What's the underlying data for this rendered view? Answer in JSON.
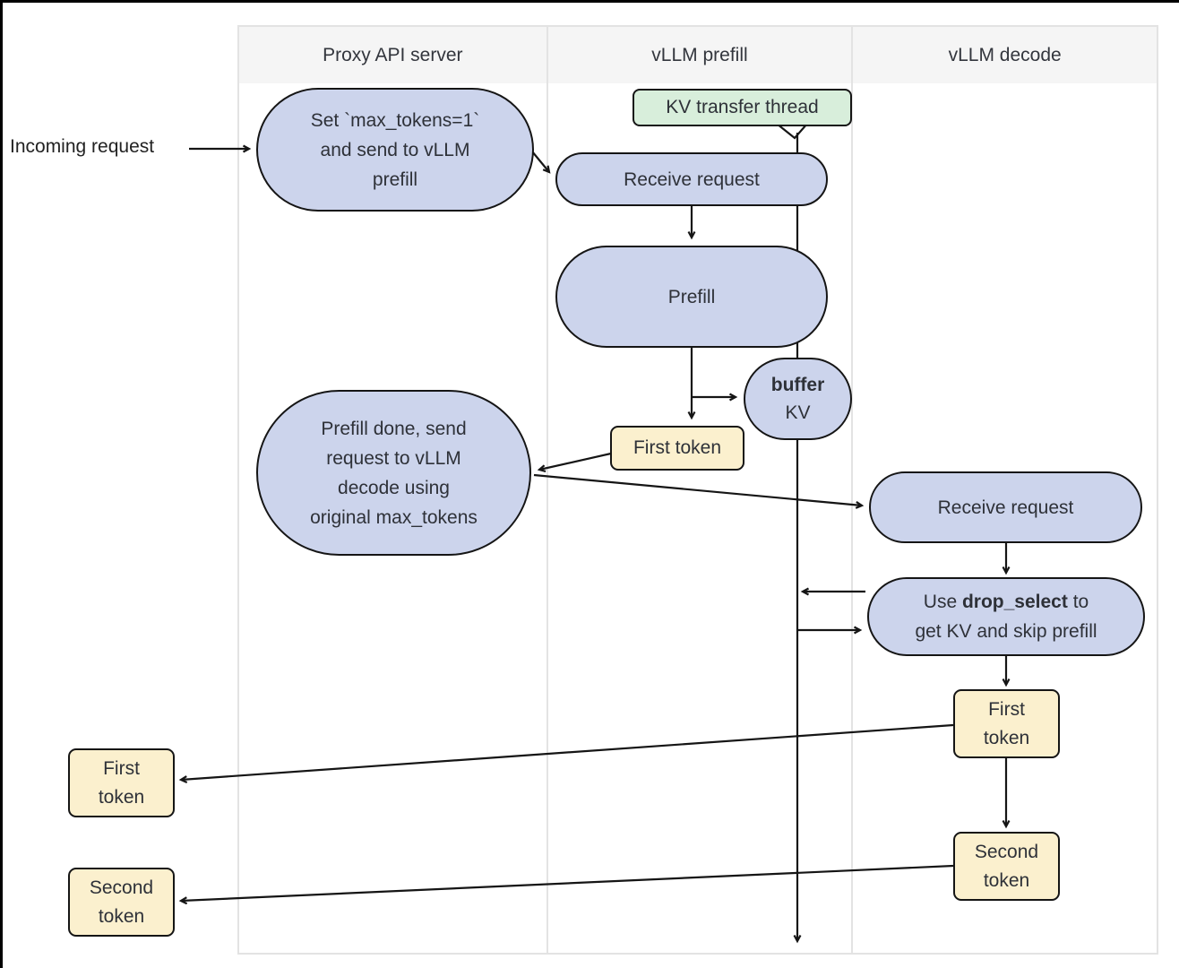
{
  "diagram": {
    "columns": [
      {
        "label": "Proxy API server"
      },
      {
        "label": "vLLM prefill"
      },
      {
        "label": "vLLM decode"
      }
    ],
    "external": {
      "incoming_request": "Incoming request",
      "first_token_out": {
        "line1": "First",
        "line2": "token"
      },
      "second_token_out": {
        "line1": "Second",
        "line2": "token"
      }
    },
    "nodes": {
      "set_max_tokens": {
        "lines": [
          "Set `max_tokens=1`",
          "and send to vLLM",
          "prefill"
        ]
      },
      "kv_transfer_thread": "KV transfer thread",
      "receive_request_prefill": "Receive request",
      "prefill": "Prefill",
      "buffer_kv": {
        "bold": "buffer",
        "normal": "KV"
      },
      "first_token_prefill": "First token",
      "prefill_done": {
        "lines": [
          "Prefill done, send",
          "request to vLLM",
          "decode using",
          "original max_tokens"
        ]
      },
      "receive_request_decode": "Receive request",
      "drop_select": {
        "pre": "Use ",
        "bold": "drop_select",
        "post": " to",
        "line2": "get KV and skip prefill"
      },
      "first_token_decode": {
        "line1": "First",
        "line2": "token"
      },
      "second_token_decode": {
        "line1": "Second",
        "line2": "token"
      }
    },
    "colors": {
      "node_fill": "#ccd4ec",
      "token_fill": "#fbf0ce",
      "thread_fill": "#d8eedb",
      "header_bg": "#f5f5f5",
      "border": "#151515",
      "lane_border": "#e3e3e3",
      "text": "#2e3138"
    }
  }
}
